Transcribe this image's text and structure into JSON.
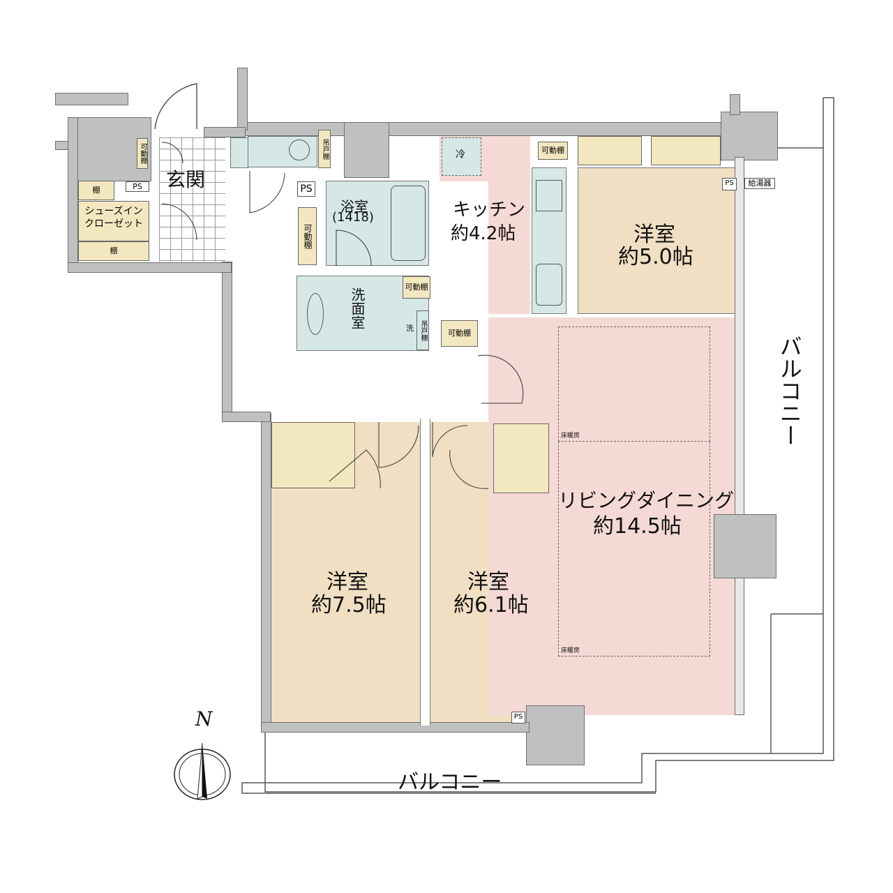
{
  "floorplan": {
    "colors": {
      "wall": "#bfc1c1",
      "bedroom": "#f0dfc3",
      "living": "#f5d9d5",
      "wet_area": "#d5e8e6",
      "storage": "#f3e7c0",
      "entrance_tile": "#ffffff"
    },
    "rooms": {
      "entrance": {
        "label": "玄関"
      },
      "shoe_closet": {
        "label_line1": "シューズイン",
        "label_line2": "クローゼット",
        "shelf_top": "棚",
        "shelf_bottom": "棚"
      },
      "bath": {
        "label": "浴室",
        "size": "(1418)"
      },
      "washroom": {
        "label": "洗面室",
        "washer": "洗",
        "hanging_shelf": "吊戸棚"
      },
      "kitchen": {
        "label": "キッチン",
        "size": "約4.2帖",
        "fridge": "冷"
      },
      "bedroom_ne": {
        "label": "洋室",
        "size": "約5.0帖"
      },
      "living_dining": {
        "label": "リビングダイニング",
        "size": "約14.5帖",
        "floor_heating_1": "床暖房",
        "floor_heating_2": "床暖房"
      },
      "bedroom_sw": {
        "label": "洋室",
        "size": "約7.5帖"
      },
      "bedroom_s": {
        "label": "洋室",
        "size": "約6.1帖"
      }
    },
    "labels": {
      "ps": "PS",
      "movable_shelf": "可動棚",
      "hanging_shelf": "吊戸棚",
      "water_heater": "給湯器",
      "balcony_east": "バルコニー",
      "balcony_south": "バルコニー",
      "north": "N"
    }
  }
}
